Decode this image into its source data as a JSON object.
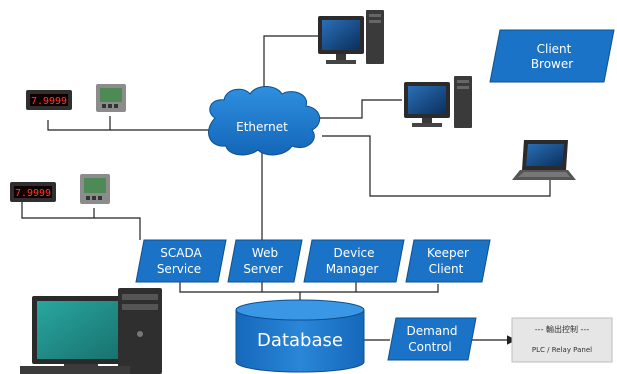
{
  "diagram": {
    "cloud_label": "Ethernet",
    "client_browser": [
      "Client",
      "Brower"
    ],
    "modules": {
      "scada": [
        "SCADA",
        "Service"
      ],
      "web": [
        "Web",
        "Server"
      ],
      "device": [
        "Device",
        "Manager"
      ],
      "keeper": [
        "Keeper",
        "Client"
      ]
    },
    "database_label": "Database",
    "demand_control": [
      "Demand",
      "Control"
    ],
    "plc_panel": {
      "title": "--- 輸出控制 ---",
      "subtitle": "PLC  / Relay Panel"
    },
    "meter_readout": "7.9999",
    "colors": {
      "blue": "#1a73c7",
      "blue_dark": "#0d4f8f",
      "line": "#222222",
      "panel": "#e3e3e3"
    }
  }
}
